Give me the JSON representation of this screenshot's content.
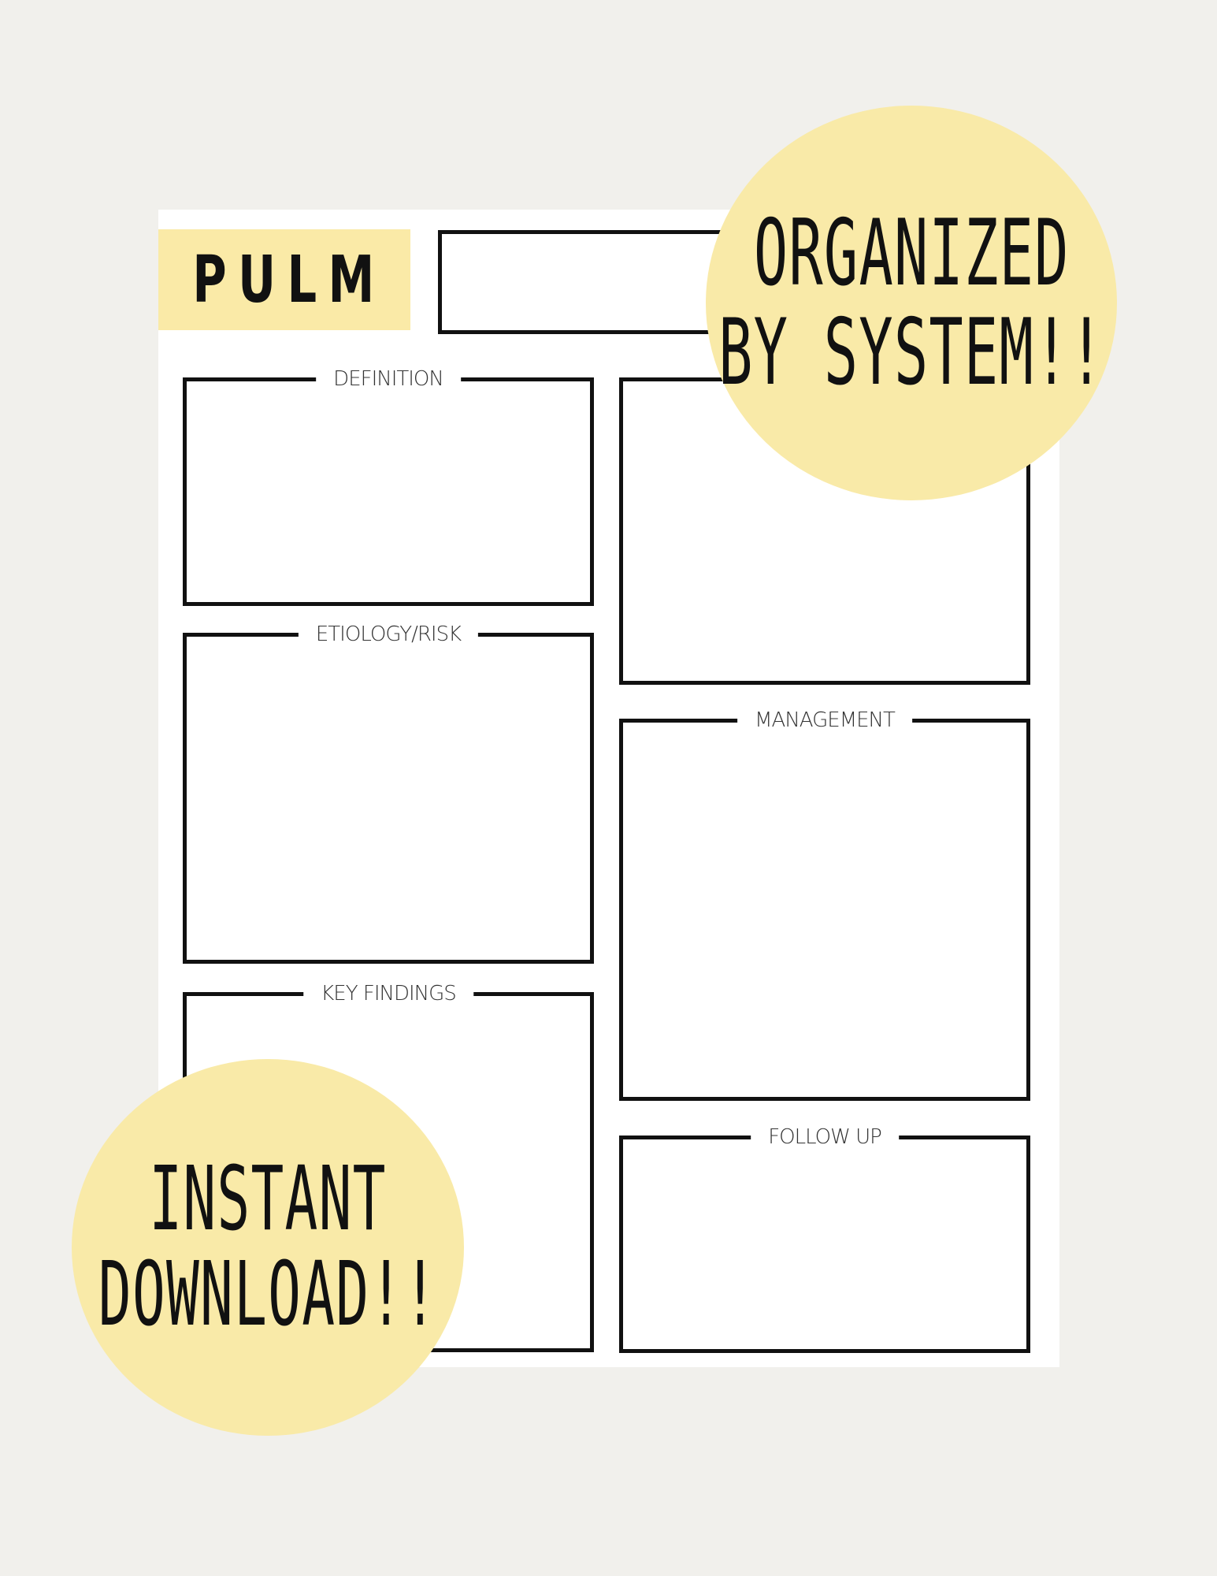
{
  "header": {
    "title": "PULM",
    "title_bg_color": "#faeaa7"
  },
  "sections": {
    "definition": "DEFINITION",
    "etiology": "ETIOLOGY/RISK",
    "key_findings": "KEY FINDINGS",
    "management": "MANAGEMENT",
    "follow_up": "FOLLOW UP"
  },
  "badges": {
    "top": {
      "line1": "ORGANIZED",
      "line2": "BY SYSTEM!!"
    },
    "bottom": {
      "line1": "INSTANT",
      "line2": "DOWNLOAD!!"
    },
    "color": "#f9eaa8"
  },
  "colors": {
    "background": "#f1f0ec",
    "sheet": "#ffffff",
    "border": "#111111"
  }
}
